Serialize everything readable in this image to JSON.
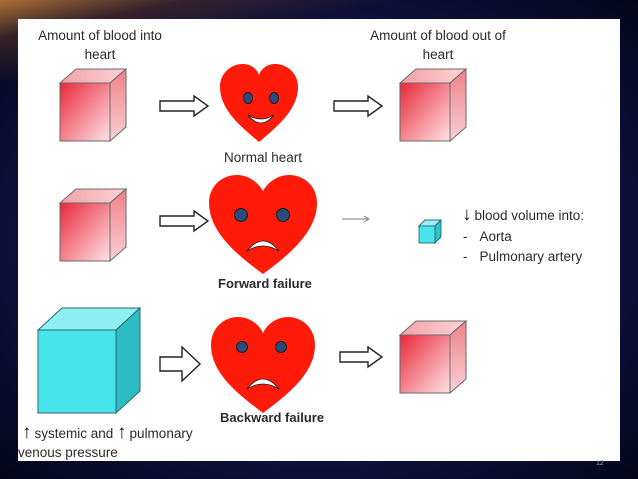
{
  "labels": {
    "blood_in": "Amount of blood into heart",
    "blood_out": "Amount of blood out of heart",
    "normal": "Normal heart",
    "forward": "Forward failure",
    "backward": "Backward failure"
  },
  "forward_effects": {
    "heading": "blood volume into:",
    "items": [
      "Aorta",
      "Pulmonary artery"
    ],
    "bullet": "-"
  },
  "backward_effects": {
    "part1": "systemic and",
    "part2": "pulmonary",
    "part3": "venous pressure"
  },
  "colors": {
    "heart": "#ff1a0a",
    "red_cube": "#f0606a",
    "cyan_cube": "#48e4ec"
  },
  "page_number": "12"
}
